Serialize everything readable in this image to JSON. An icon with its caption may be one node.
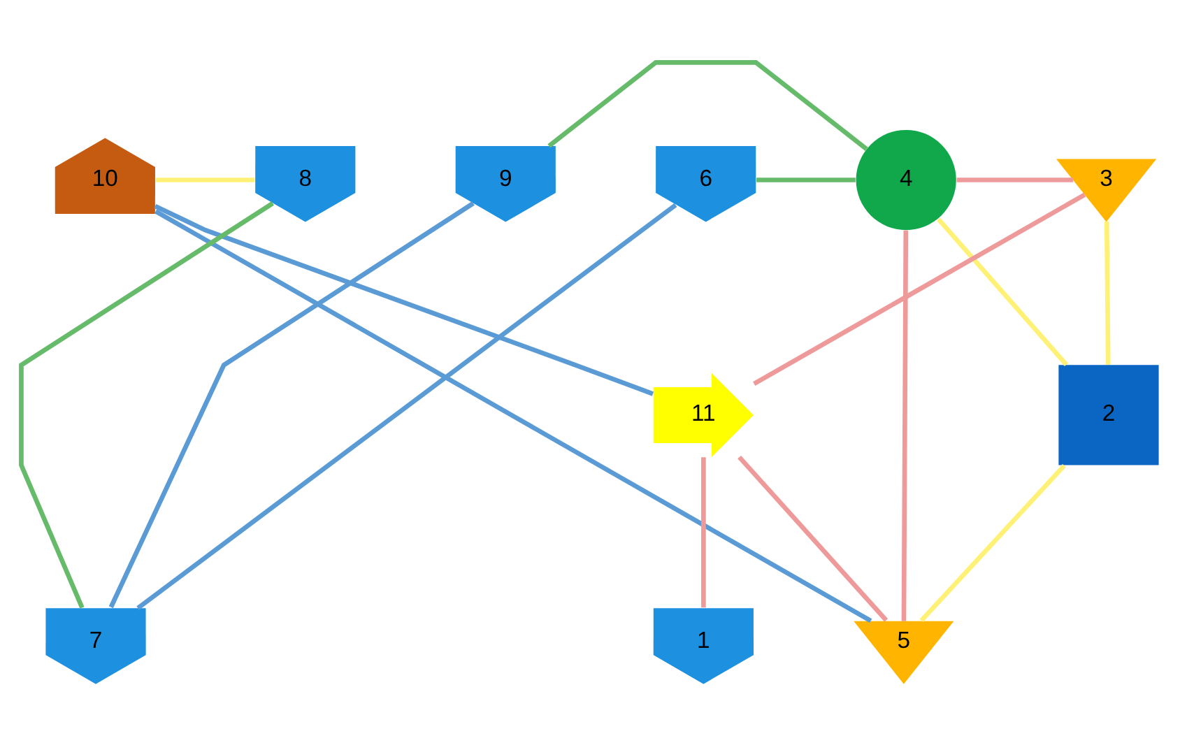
{
  "diagram": {
    "nodes": [
      {
        "text": [
          "10"
        ]
      },
      {
        "text": [
          "8"
        ]
      },
      {
        "text": [
          "9"
        ]
      },
      {
        "text": [
          "6"
        ]
      },
      {
        "text": [
          "4"
        ]
      },
      {
        "text": [
          "3"
        ]
      },
      {
        "text": [
          "11"
        ]
      },
      {
        "text": [
          "2"
        ]
      },
      {
        "text": [
          "7"
        ]
      },
      {
        "text": [
          "1"
        ]
      },
      {
        "text": [
          "5"
        ]
      }
    ],
    "edges": [
      {
        "from": 0,
        "to": 1,
        "arrow": "none",
        "color": "#fff176"
      },
      {
        "from": 1,
        "to": 8,
        "arrow": "none",
        "color": "#66bb6a"
      },
      {
        "from": 0,
        "to": 6,
        "arrow": "none",
        "color": "#5b9bd5"
      },
      {
        "from": 0,
        "to": 10,
        "arrow": "none",
        "color": "#5b9bd5"
      },
      {
        "from": 2,
        "to": 4,
        "arrow": "none",
        "color": "#66bb6a"
      },
      {
        "from": 2,
        "to": 8,
        "arrow": "none",
        "color": "#5b9bd5"
      },
      {
        "from": 3,
        "to": 4,
        "arrow": "none",
        "color": "#66bb6a"
      },
      {
        "from": 3,
        "to": 8,
        "arrow": "none",
        "color": "#5b9bd5"
      },
      {
        "from": 4,
        "to": 5,
        "arrow": "none",
        "color": "#ef9a9a"
      },
      {
        "from": 4,
        "to": 7,
        "arrow": "none",
        "color": "#fff176"
      },
      {
        "from": 4,
        "to": 10,
        "arrow": "none",
        "color": "#ef9a9a"
      },
      {
        "from": 5,
        "to": 7,
        "arrow": "none",
        "color": "#fff176"
      },
      {
        "from": 7,
        "to": 10,
        "arrow": "none",
        "color": "#fff176"
      },
      {
        "from": 6,
        "to": 5,
        "arrow": "none",
        "color": "#ef9a9a"
      },
      {
        "from": 6,
        "to": 10,
        "arrow": "none",
        "color": "#ef9a9a"
      },
      {
        "from": 6,
        "to": 9,
        "arrow": "none",
        "color": "#ef9a9a"
      }
    ]
  }
}
